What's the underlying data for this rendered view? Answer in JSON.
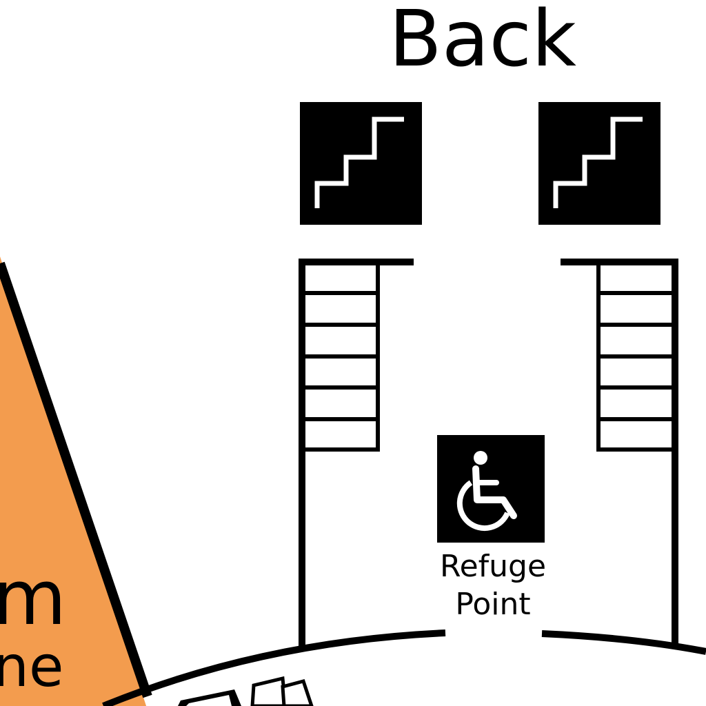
{
  "map": {
    "heading": "Back",
    "zone_label_line1": "om",
    "zone_label_line2": "ne",
    "zone_color": "#f39c4e",
    "refuge": {
      "line1": "Refuge",
      "line2": "Point",
      "icon": "wheelchair-icon"
    },
    "stair_icon": "stairs-icon"
  }
}
